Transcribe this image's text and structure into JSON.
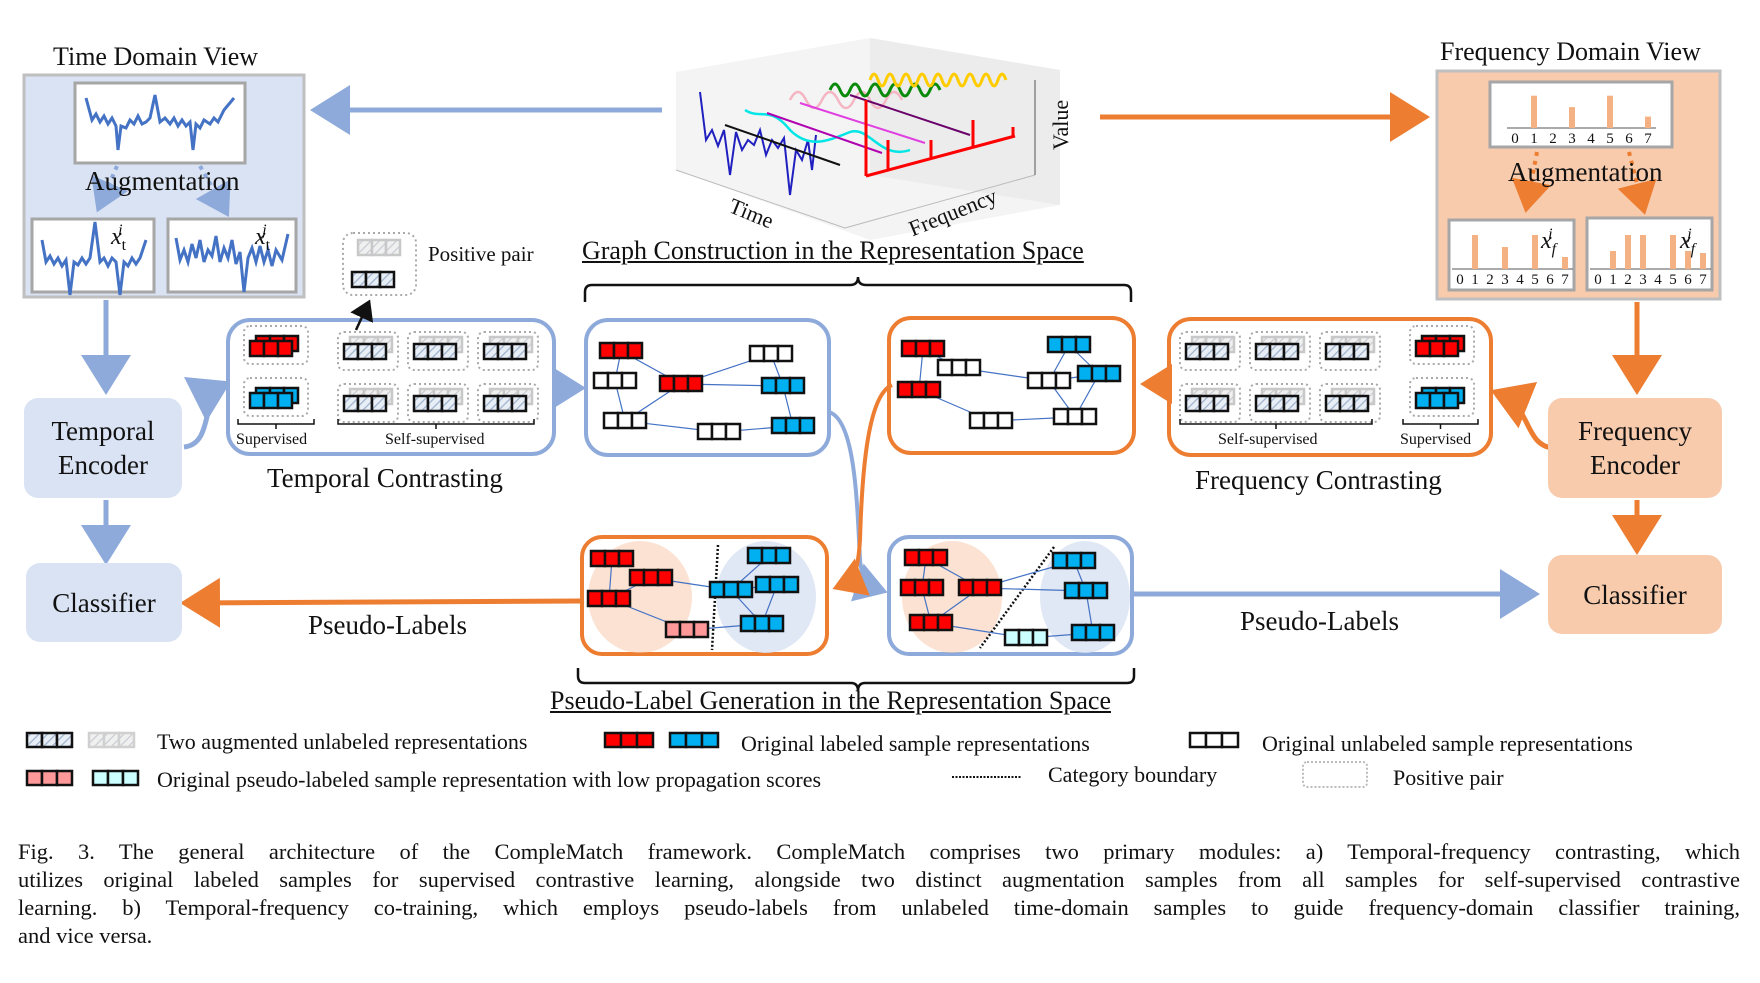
{
  "figure": {
    "time_view": {
      "title": "Time Domain View",
      "augmentation_label": "Augmentation",
      "view_i_label": "x",
      "view_i_sub": "t",
      "view_i_sup": "i",
      "view_j_label": "x",
      "view_j_sub": "t",
      "view_j_sup": "j"
    },
    "center_plot": {
      "axis_time": "Time",
      "axis_frequency": "Frequency",
      "axis_value": "Value"
    },
    "frequency_view": {
      "title": "Frequency Domain View",
      "augmentation_label": "Augmentation",
      "ticks": [
        "0",
        "1",
        "2",
        "3",
        "4",
        "5",
        "6",
        "7"
      ],
      "original_bars": [
        0,
        0.85,
        0,
        0.55,
        0,
        0.85,
        0,
        0.3
      ],
      "view_i_bars": [
        0,
        0.85,
        0,
        0.55,
        0,
        0.85,
        0,
        0.3
      ],
      "view_j_bars": [
        0,
        0.45,
        0.85,
        0.85,
        0,
        0.85,
        0.45,
        0.4
      ],
      "view_i_label": "x",
      "view_i_sub": "f",
      "view_i_sup": "i",
      "view_j_label": "x",
      "view_j_sub": "f",
      "view_j_sup": "j"
    },
    "modules": {
      "temporal_encoder": "Temporal\nEncoder",
      "temporal_encoder_l1": "Temporal",
      "temporal_encoder_l2": "Encoder",
      "frequency_encoder_l1": "Frequency",
      "frequency_encoder_l2": "Encoder",
      "classifier_left": "Classifier",
      "classifier_right": "Classifier"
    },
    "contrasting": {
      "temporal_title": "Temporal Contrasting",
      "frequency_title": "Frequency Contrasting",
      "supervised": "Supervised",
      "self_supervised": "Self-supervised",
      "positive_pair": "Positive pair"
    },
    "sections": {
      "graph_construction": "Graph Construction in the Representation Space",
      "pseudo_label_generation": "Pseudo-Label Generation in the Representation Space"
    },
    "arrows": {
      "pseudo_labels_left": "Pseudo-Labels",
      "pseudo_labels_right": "Pseudo-Labels"
    },
    "legend": {
      "aug_unlabeled": "Two augmented unlabeled representations",
      "orig_labeled": "Original labeled sample representations",
      "orig_unlabeled": "Original unlabeled sample representations",
      "pseudo_low": "Original pseudo-labeled sample representation with low propagation scores",
      "category_boundary": "Category boundary",
      "positive_pair": "Positive pair"
    },
    "colors": {
      "temporal_blue": "#8eaadb",
      "temporal_fill": "#dae3f3",
      "frequency_orange": "#ed7d31",
      "frequency_fill": "#f8cbad",
      "labeled_red": "#ff0000",
      "labeled_blue": "#00b0f0",
      "pseudo_red": "#ff9999",
      "pseudo_blue": "#ccffff"
    }
  },
  "caption": {
    "line1": "Fig. 3.  The general architecture of the CompleMatch framework. CompleMatch comprises two primary modules: a) Temporal-frequency contrasting, which",
    "line2": "utilizes original labeled samples for supervised contrastive learning, alongside two distinct augmentation samples from all samples for self-supervised contrastive",
    "line3": "learning. b) Temporal-frequency co-training, which employs pseudo-labels from unlabeled time-domain samples to guide frequency-domain classifier training,",
    "line4": "and vice versa."
  }
}
